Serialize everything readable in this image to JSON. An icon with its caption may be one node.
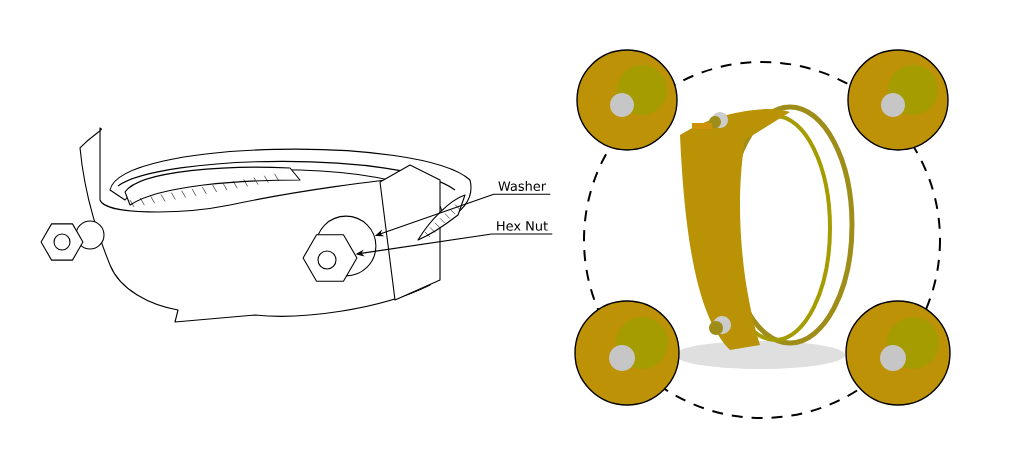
{
  "diagram": {
    "nodes": [
      {
        "text": [
          "Washer"
        ]
      },
      {
        "text": [
          "Hex Nut"
        ]
      },
      {
        "text": [],
        "shape": "circle"
      },
      {
        "text": [],
        "shape": "hexagon"
      }
    ],
    "edges": [
      {
        "from": 0,
        "to": 2,
        "arrow": "to"
      },
      {
        "from": 1,
        "to": 3,
        "arrow": "to"
      }
    ]
  }
}
